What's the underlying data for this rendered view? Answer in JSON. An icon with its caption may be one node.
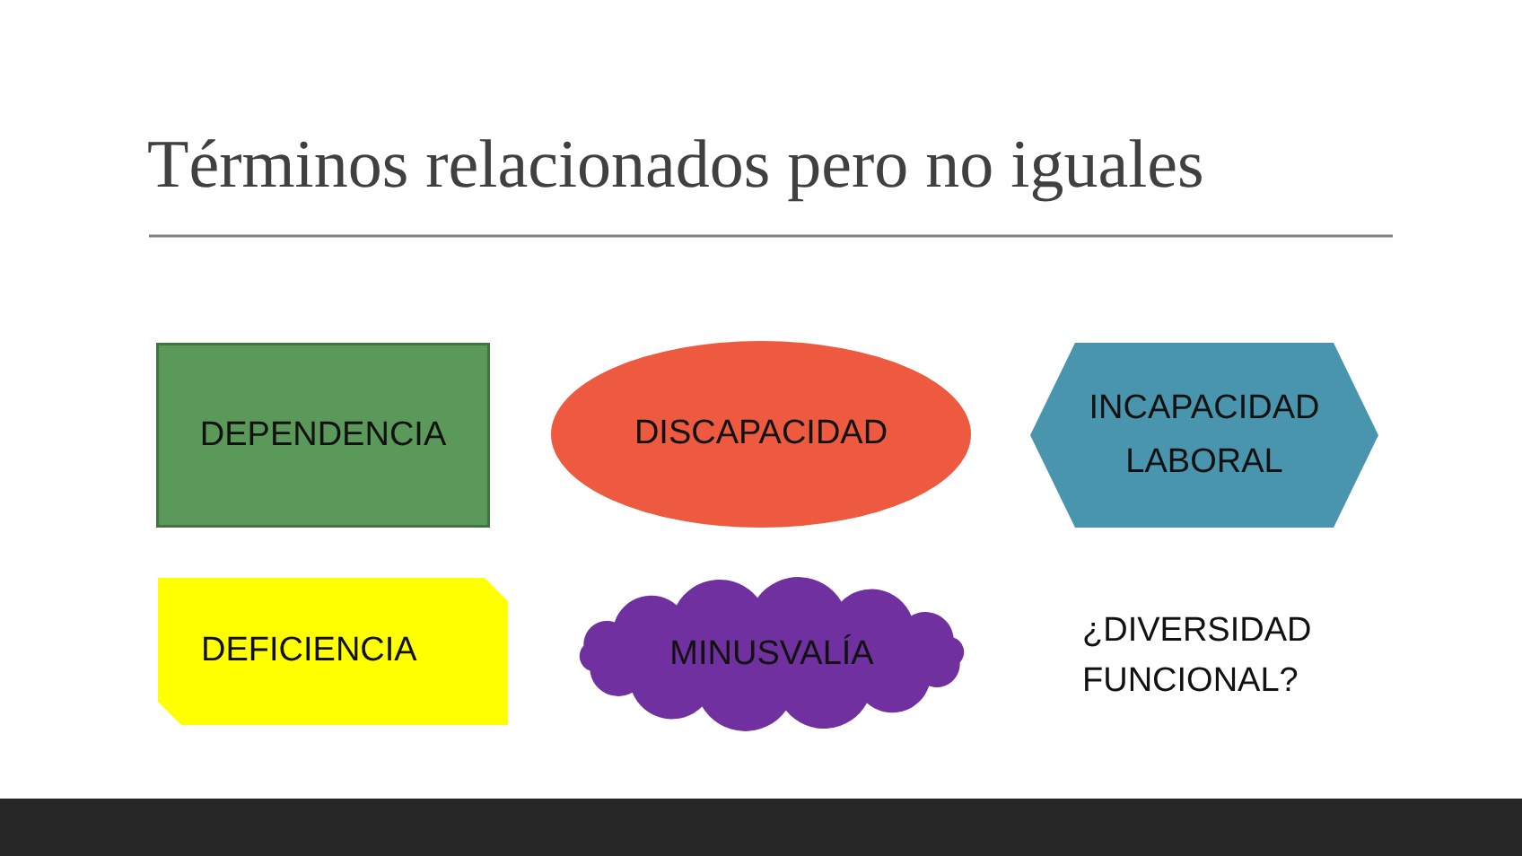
{
  "diagram": {
    "title": "Términos relacionados pero no iguales",
    "nodes": [
      {
        "text": [
          "DEPENDENCIA"
        ]
      },
      {
        "text": [
          "DISCAPACIDAD"
        ]
      },
      {
        "text": [
          "INCAPACIDAD LABORAL"
        ]
      },
      {
        "text": [
          "DEFICIENCIA"
        ]
      },
      {
        "text": [
          "MINUSVALÍA"
        ]
      }
    ],
    "labels": [
      "¿DIVERSIDAD FUNCIONAL?"
    ]
  }
}
